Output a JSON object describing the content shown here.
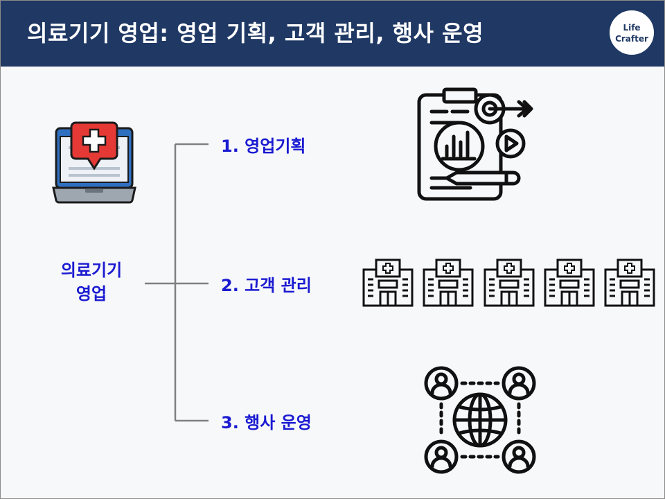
{
  "header": {
    "title": "의료기기 영업: 영업 기획, 고객 관리, 행사 운영",
    "logo_line1": "Life",
    "logo_line2": "Crafter"
  },
  "diagram": {
    "root_line1": "의료기기",
    "root_line2": "영업",
    "branches": [
      {
        "label": "1. 영업기획"
      },
      {
        "label": "2. 고객 관리"
      },
      {
        "label": "3. 행사 운영"
      }
    ]
  },
  "icons": {
    "root": "medical-laptop-icon",
    "branch1": "planning-clipboard-target-icon",
    "branch2": "hospital-building-icon",
    "branch3": "global-network-people-icon"
  },
  "colors": {
    "header_bg": "#1f3864",
    "label_text": "#1a1ad1",
    "connector": "#7f7f7f",
    "medical_red": "#e53935"
  }
}
